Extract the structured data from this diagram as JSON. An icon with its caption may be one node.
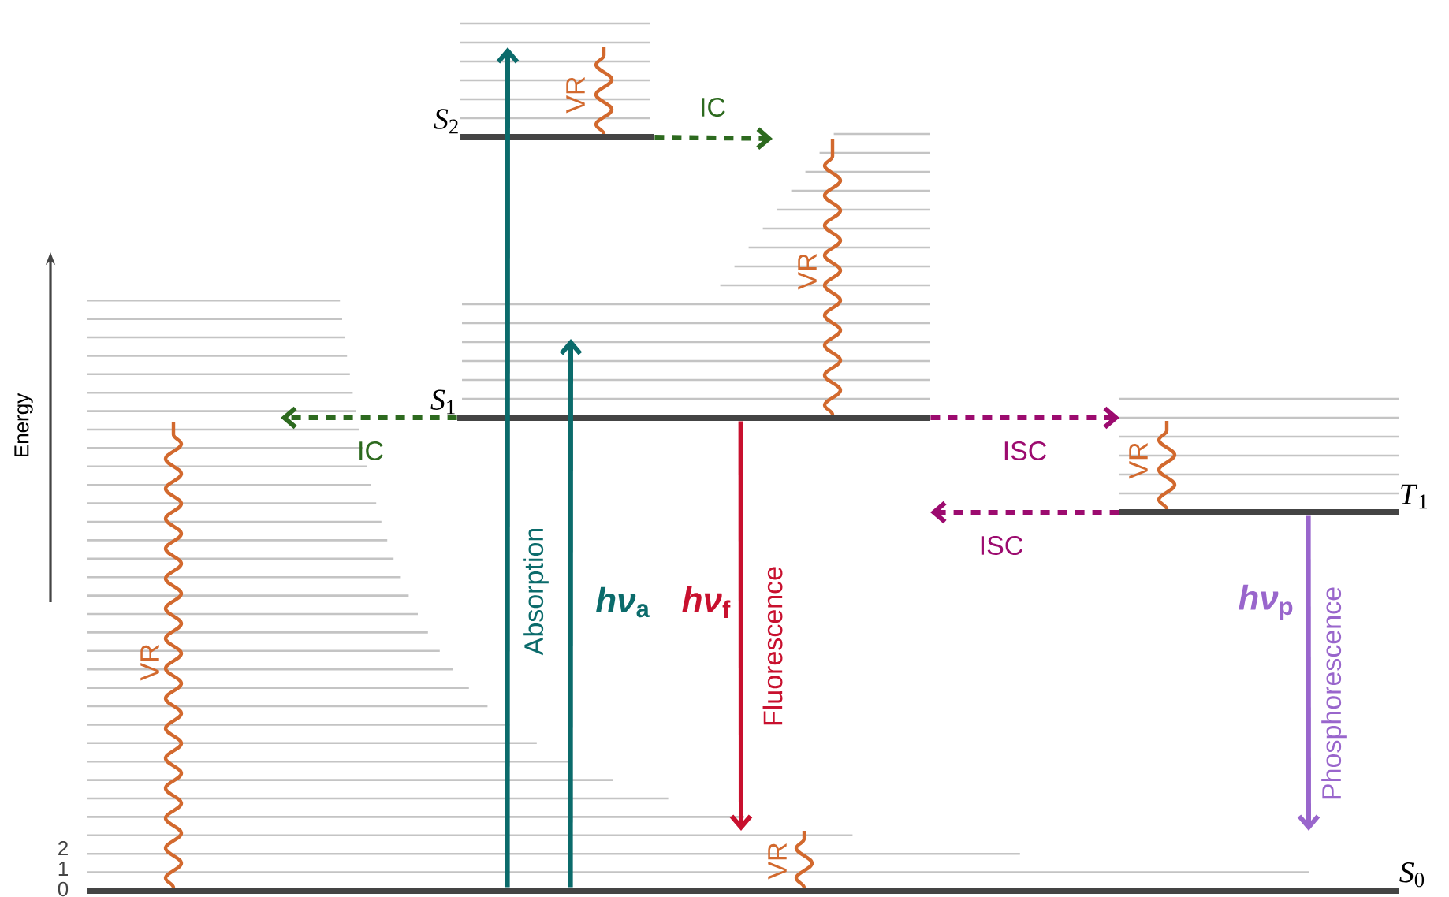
{
  "diagram": {
    "nodes": [
      {
        "text": [
          "*S*$_{2}$"
        ]
      },
      {
        "text": [
          "*S*$_{1}$"
        ]
      },
      {
        "text": [
          "*T*$_{1}$"
        ]
      },
      {
        "text": [
          "*S*$_{0}$"
        ]
      }
    ],
    "edges": [
      {
        "from": 3,
        "to": null,
        "arrow": "to",
        "label": "Absorption",
        "color": "#0b6b6b"
      },
      {
        "from": 3,
        "to": null,
        "arrow": "to",
        "color": "#0b6b6b"
      },
      {
        "from": 0,
        "to": null,
        "arrow": "to",
        "label": "IC",
        "color": "#2d6a1f",
        "style": "dashed"
      },
      {
        "from": 1,
        "to": null,
        "arrow": "to",
        "label": "IC",
        "color": "#2d6a1f",
        "style": "dashed"
      },
      {
        "from": 1,
        "to": null,
        "arrow": "to",
        "label": "ISC",
        "color": "#9c0b6f",
        "style": "dashed"
      },
      {
        "from": 2,
        "to": null,
        "arrow": "to",
        "label": "ISC",
        "color": "#9c0b6f",
        "style": "dashed"
      },
      {
        "from": 1,
        "to": null,
        "arrow": "to",
        "label": "Fluorescence",
        "color": "#c8102e"
      },
      {
        "from": 2,
        "to": null,
        "arrow": "to",
        "label": "Phosphorescence",
        "color": "#9966cc"
      }
    ],
    "labels": [
      "VR",
      "VR",
      "Energy",
      "VR",
      "*hν*$_{a}$",
      "*hν*$_{f}$",
      "*hν*$_{p}$",
      "VR",
      "VR",
      "2",
      "1",
      "0"
    ]
  }
}
